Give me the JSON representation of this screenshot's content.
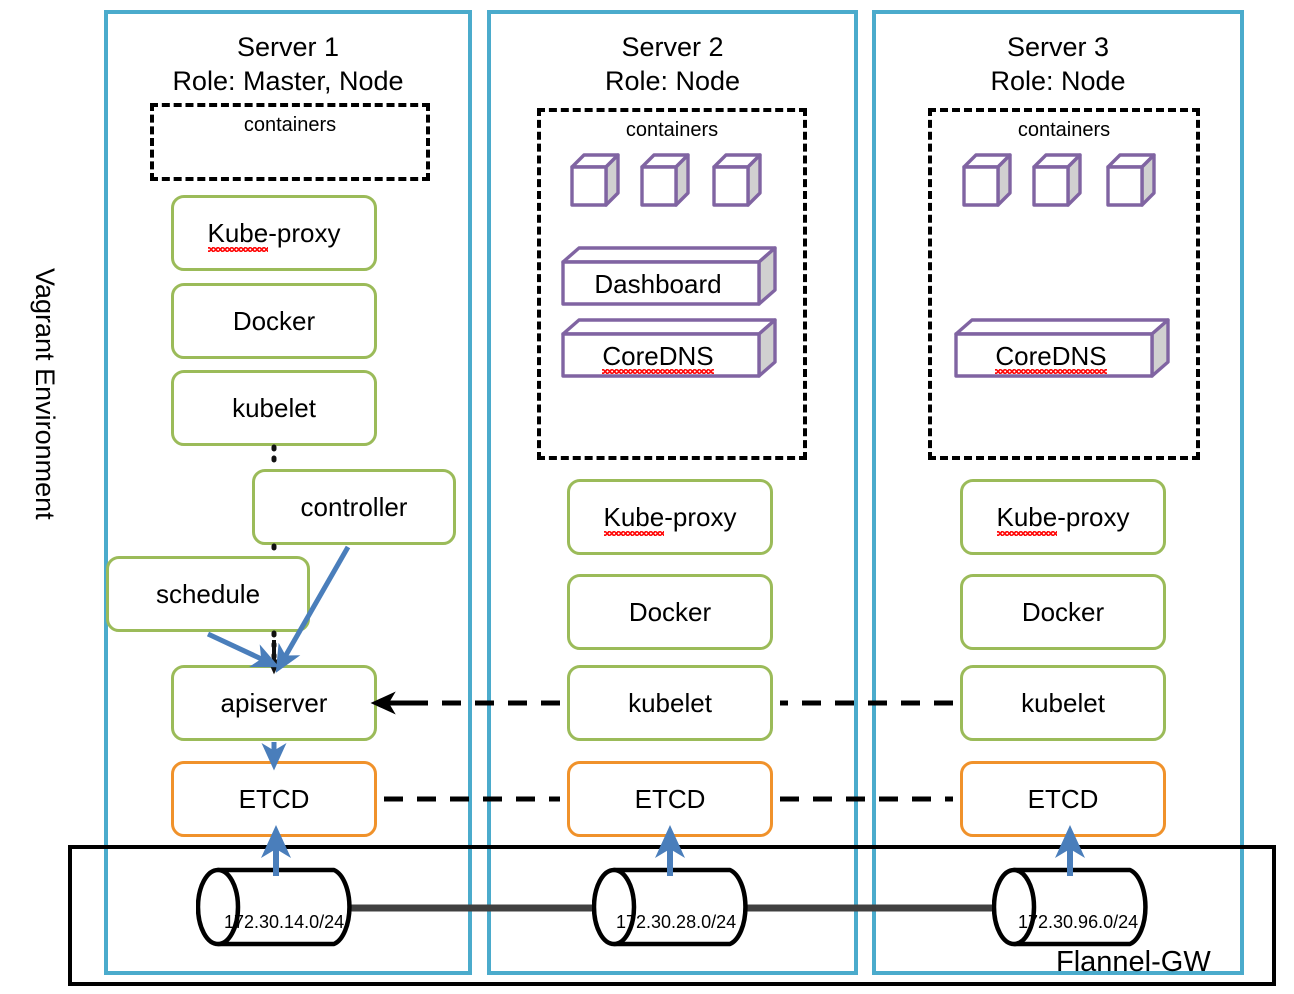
{
  "diagram": {
    "environment_label": "Vagrant Environment",
    "network_box_label": "Flannel-GW",
    "colors": {
      "panel_border": "#4BABCC",
      "component_border": "#9BBB59",
      "etcd_border": "#F0922B",
      "container_icon": "#8064A2",
      "arrow_blue": "#4A7EBB",
      "dashed_black": "#000000",
      "spellcheck_red": "#FF0000"
    },
    "servers": [
      {
        "id": "server-1",
        "title_line1": "Server 1",
        "title_line2": "Role: Master, Node",
        "containers_label": "containers",
        "cubes": 0,
        "slabs": [],
        "components": [
          {
            "label": "Kube-proxy",
            "type": "green",
            "misspelled": "Kube"
          },
          {
            "label": "Docker",
            "type": "green"
          },
          {
            "label": "kubelet",
            "type": "green"
          },
          {
            "label": "controller",
            "type": "green"
          },
          {
            "label": "schedule",
            "type": "green"
          },
          {
            "label": "apiserver",
            "type": "green"
          },
          {
            "label": "ETCD",
            "type": "orange"
          }
        ],
        "subnet": "172.30.14.0/24"
      },
      {
        "id": "server-2",
        "title_line1": "Server 2",
        "title_line2": "Role: Node",
        "containers_label": "containers",
        "cubes": 3,
        "slabs": [
          {
            "label": "Dashboard"
          },
          {
            "label": "CoreDNS",
            "misspelled": "CoreDNS"
          }
        ],
        "components": [
          {
            "label": "Kube-proxy",
            "type": "green",
            "misspelled": "Kube"
          },
          {
            "label": "Docker",
            "type": "green"
          },
          {
            "label": "kubelet",
            "type": "green"
          },
          {
            "label": "ETCD",
            "type": "orange"
          }
        ],
        "subnet": "172.30.28.0/24"
      },
      {
        "id": "server-3",
        "title_line1": "Server 3",
        "title_line2": "Role: Node",
        "containers_label": "containers",
        "cubes": 3,
        "slabs": [
          {
            "label": "CoreDNS",
            "misspelled": "CoreDNS"
          }
        ],
        "components": [
          {
            "label": "Kube-proxy",
            "type": "green",
            "misspelled": "Kube"
          },
          {
            "label": "Docker",
            "type": "green"
          },
          {
            "label": "kubelet",
            "type": "green"
          },
          {
            "label": "ETCD",
            "type": "orange"
          }
        ],
        "subnet": "172.30.96.0/24"
      }
    ]
  }
}
